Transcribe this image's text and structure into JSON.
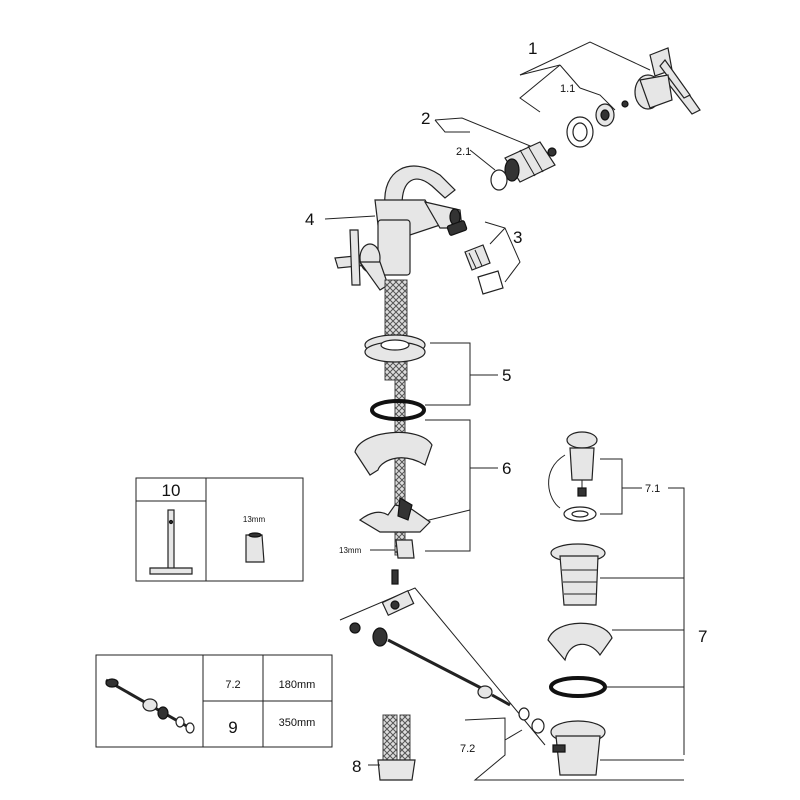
{
  "labels": {
    "p1": "1",
    "p1_1": "1.1",
    "p2": "2",
    "p2_1": "2.1",
    "p3": "3",
    "p4": "4",
    "p5": "5",
    "p6": "6",
    "p7": "7",
    "p7_1": "7.1",
    "p7_2": "7.2",
    "p8": "8",
    "wrench_13mm": "13mm",
    "nut_13mm": "13mm"
  },
  "tool_box": {
    "number": "10",
    "size": "13mm"
  },
  "rod_table": {
    "rows": [
      {
        "part": "7.2",
        "length": "180mm"
      },
      {
        "part": "9",
        "length": "350mm"
      }
    ]
  }
}
